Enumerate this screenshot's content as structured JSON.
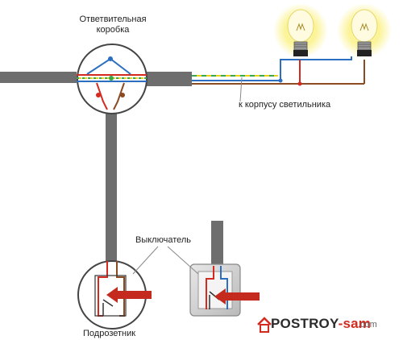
{
  "labels": {
    "junction_box_line1": "Ответвительная",
    "junction_box_line2": "коробка",
    "lamp_body": "к корпусу светильника",
    "switch": "Выключатель",
    "socket_box": "Подрозетник"
  },
  "logo": {
    "brand_main": "POSTROY",
    "brand_suffix": "-sam",
    "domain": ".com"
  },
  "icons": [
    "light-bulb-icon",
    "light-bulb-icon",
    "arrow-icon",
    "arrow-icon",
    "house-icon"
  ],
  "colors": {
    "cable": "#6e6e6e",
    "wire_red": "#d42a20",
    "wire_blue": "#2c6fc0",
    "wire_ground_green": "#3aa64a",
    "wire_ground_yellow": "#e8d21c",
    "wire_brown": "#8a4a22",
    "arrow": "#c42a1e",
    "bulb_glow": "#fbf394"
  }
}
